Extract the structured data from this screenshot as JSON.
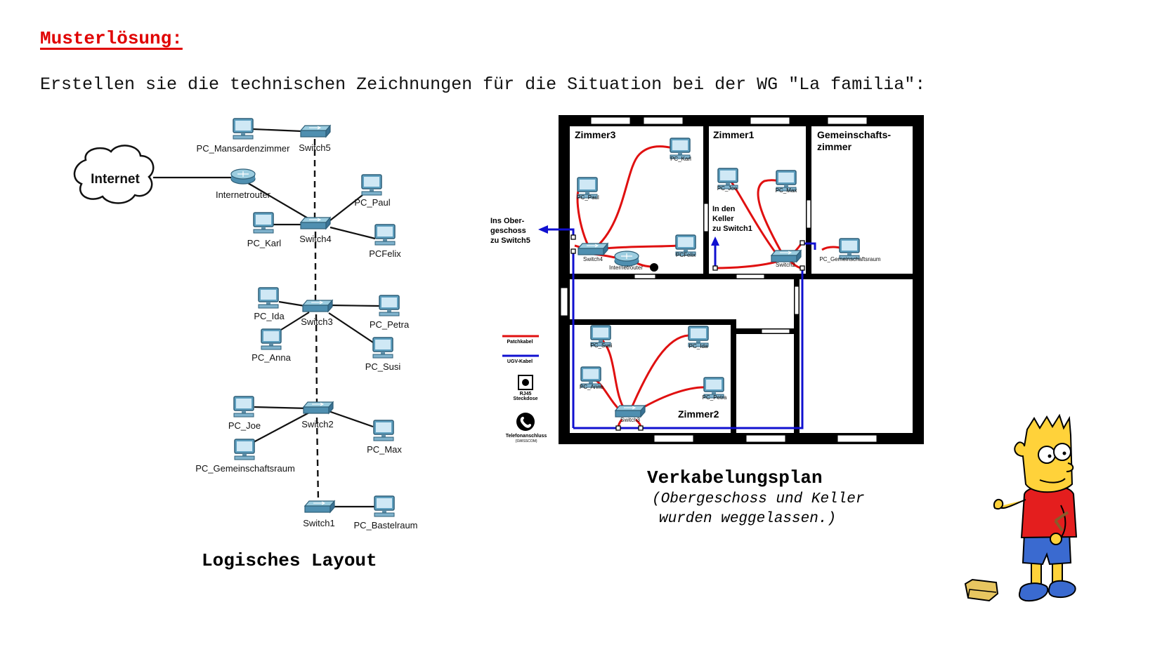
{
  "header": {
    "title": "Musterlösung:",
    "instruction": "Erstellen sie die technischen Zeichnungen für die Situation bei der WG \"La familia\":"
  },
  "logical_layout": {
    "caption": "Logisches Layout",
    "cloud_label": "Internet",
    "router_label": "Internetrouter",
    "switches": [
      "Switch5",
      "Switch4",
      "Switch3",
      "Switch2",
      "Switch1"
    ],
    "pcs": {
      "mansarde": "PC_Mansardenzimmer",
      "paul": "PC_Paul",
      "karl": "PC_Karl",
      "felix": "PCFelix",
      "ida": "PC_Ida",
      "petra": "PC_Petra",
      "anna": "PC_Anna",
      "susi": "PC_Susi",
      "joe": "PC_Joe",
      "max": "PC_Max",
      "gemeinschaft": "PC_Gemeinschaftsraum",
      "bastel": "PC_Bastelraum"
    }
  },
  "floor_plan": {
    "caption": "Verkabelungsplan",
    "subcaption_1": "(Obergeschoss und Keller",
    "subcaption_2": "wurden weggelassen.)",
    "rooms": {
      "zimmer3": "Zimmer3",
      "zimmer1": "Zimmer1",
      "gemeinschaft_1": "Gemeinschafts-",
      "gemeinschaft_2": "zimmer",
      "zimmer2": "Zimmer2"
    },
    "notes": {
      "obergeschoss_1": "Ins Ober-",
      "obergeschoss_2": "geschoss",
      "obergeschoss_3": "zu Switch5",
      "keller_1": "In den",
      "keller_2": "Keller",
      "keller_3": "zu Switch1"
    },
    "device_labels": {
      "pc_karl": "PC_Karl",
      "pc_paul": "PC_Paul",
      "pc_felix": "PCFelix",
      "switch4": "Switch4",
      "router": "Internetrouter",
      "pc_joe": "PC_Joe",
      "pc_max": "PC_Max",
      "switch2": "Switch2",
      "pc_gemeinschaft": "PC_Gemeinschaftsraum",
      "pc_susi": "PC_Susi",
      "pc_ida": "PC_Ida",
      "pc_anna": "PC_Anna",
      "pc_petra": "PC_Petra",
      "switch3": "Switch3"
    },
    "legend": {
      "patch": "Patchkabel",
      "ugv": "UGV-Kabel",
      "rj45_1": "RJ45",
      "rj45_2": "Steckdose",
      "phone_1": "Telefonanschluss",
      "phone_2": "(SWISSCOM)"
    },
    "colors": {
      "patch": "#e01010",
      "ugv": "#1010d0",
      "wall": "#000000"
    }
  }
}
